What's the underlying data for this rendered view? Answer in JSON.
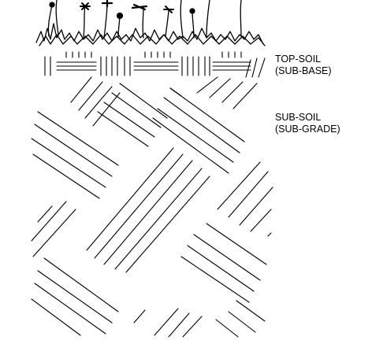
{
  "labels": {
    "topsoil": {
      "line1": "TOP-SOIL",
      "line2": "(SUB-BASE)"
    },
    "subsoil": {
      "line1": "SUB-SOIL",
      "line2": "(SUB-GRADE)"
    }
  },
  "colors": {
    "ink": "#000000",
    "background": "#ffffff"
  }
}
